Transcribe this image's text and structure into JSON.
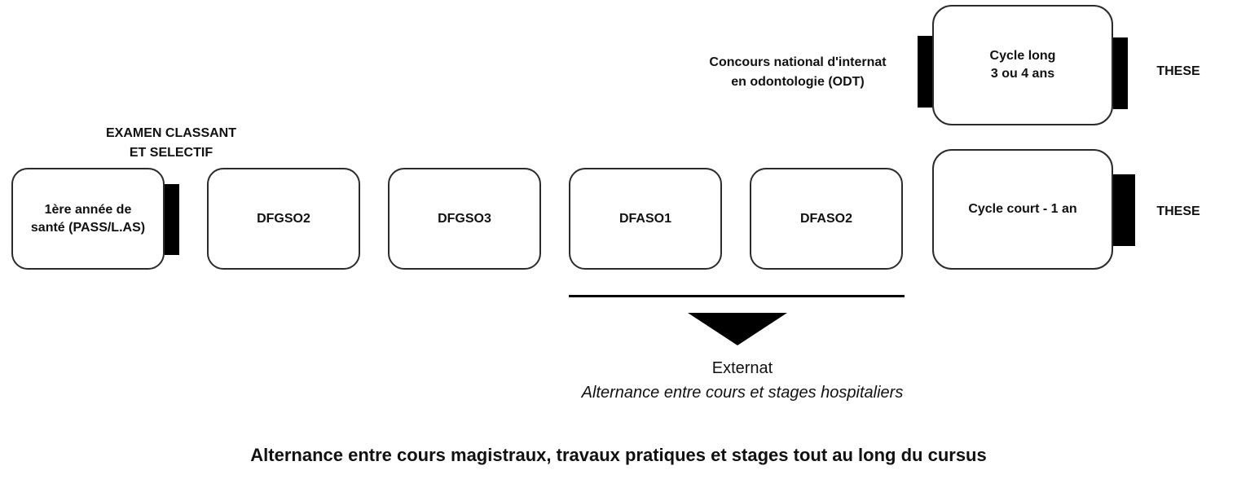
{
  "stages": {
    "pass": "1ère année de\nsanté (PASS/L.AS)",
    "dfgso2": "DFGSO2",
    "dfgso3": "DFGSO3",
    "dfaso1": "DFASO1",
    "dfaso2": "DFASO2",
    "cycle_long": "Cycle long\n 3 ou 4 ans",
    "cycle_court": "Cycle court - 1 an"
  },
  "labels": {
    "exam": "EXAMEN CLASSANT\nET SELECTIF",
    "odt": "Concours national d'internat\nen odontologie (ODT)",
    "these_long": "THESE",
    "these_court": "THESE"
  },
  "externat": {
    "title": "Externat",
    "subtitle": "Alternance entre cours et stages hospitaliers"
  },
  "footer": "Alternance entre cours magistraux, travaux pratiques et stages tout au long du cursus"
}
